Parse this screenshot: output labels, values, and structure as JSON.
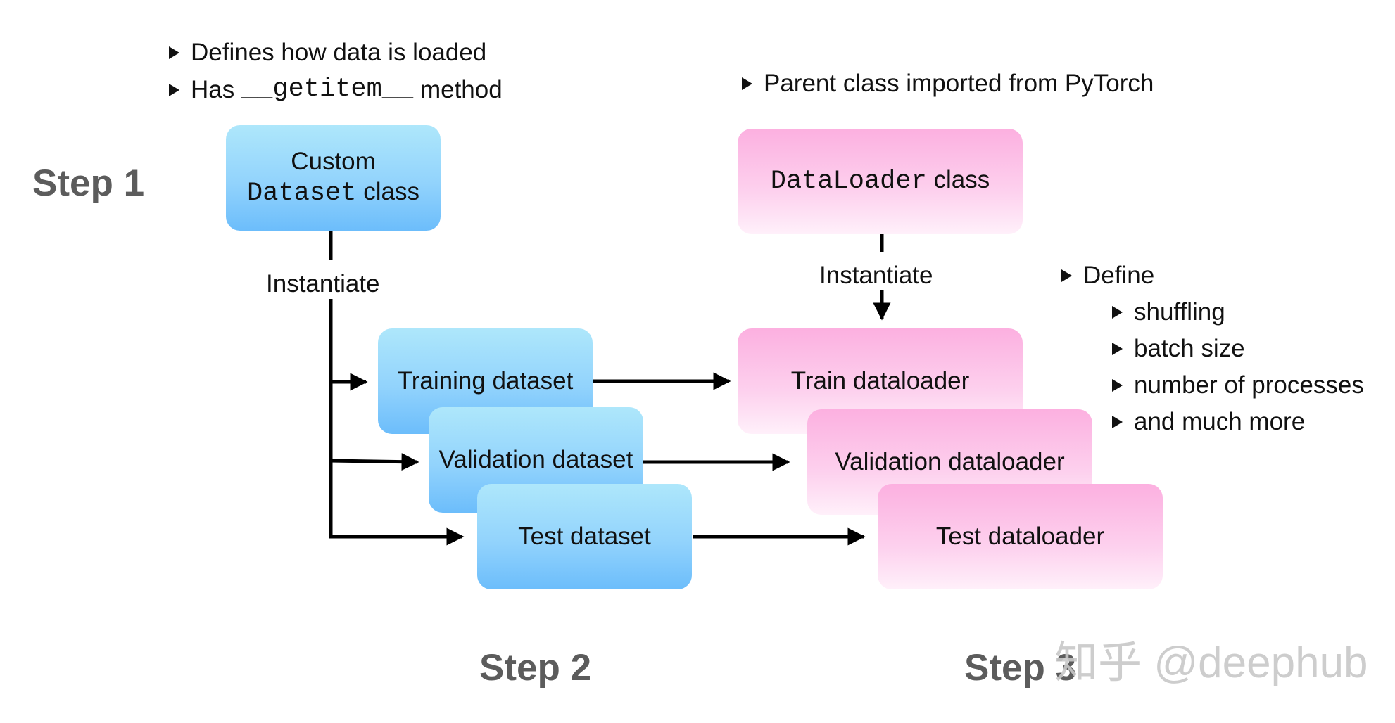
{
  "step_labels": {
    "step1": "Step 1",
    "step2": "Step 2",
    "step3": "Step 3"
  },
  "dataset_notes": {
    "line1": "Defines how data is loaded",
    "line2_prefix": "Has ",
    "line2_code": "__getitem__",
    "line2_suffix": " method"
  },
  "dataloader_note": "Parent class imported from PyTorch",
  "custom_dataset_box": {
    "line1": "Custom",
    "code": "Dataset",
    "suffix": " class"
  },
  "dataloader_class_box": {
    "code": "DataLoader",
    "suffix": " class"
  },
  "instantiate_left": "Instantiate",
  "instantiate_right": "Instantiate",
  "datasets": [
    "Training dataset",
    "Validation dataset",
    "Test dataset"
  ],
  "dataloaders": [
    "Train dataloader",
    "Validation dataloader",
    "Test dataloader"
  ],
  "define_list": {
    "title": "Define",
    "items": [
      "shuffling",
      "batch size",
      "number of processes",
      "and much more"
    ]
  },
  "watermark": "知乎 @deephub",
  "colors": {
    "dataset_box": "#92d3fc",
    "dataloader_box": "#fdc4e8",
    "step_text": "#5c5c5c",
    "arrow": "#000000"
  }
}
